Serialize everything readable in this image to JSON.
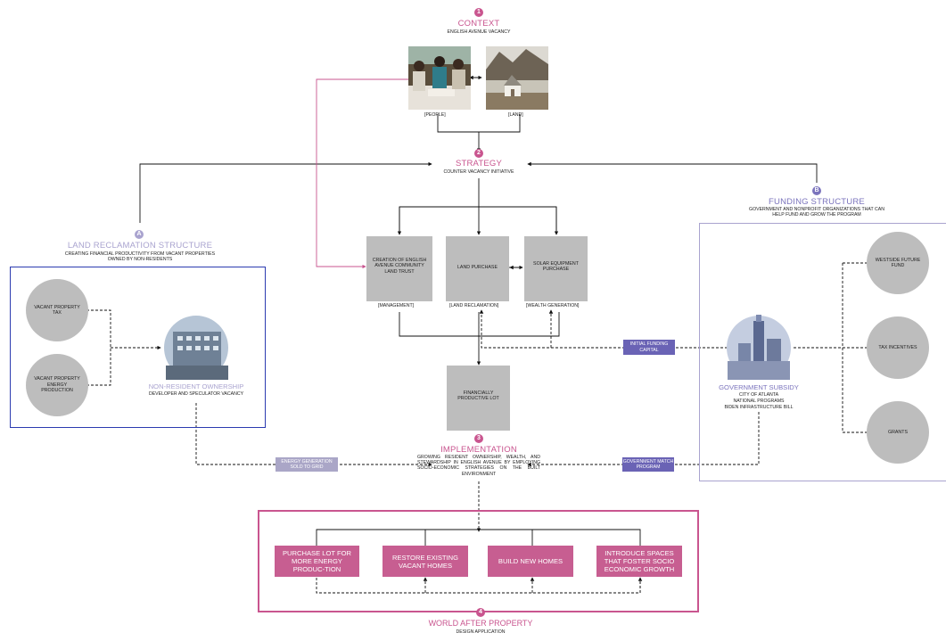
{
  "colors": {
    "pink": "#c9558f",
    "lavender": "#a9a3cf",
    "purple": "#7b74bd",
    "blue": "#2b3bb0",
    "grey": "#bdbdbd",
    "chip_light": "#aaa6c7",
    "chip_dark": "#6a63b5"
  },
  "context": {
    "badge": "1",
    "title": "CONTEXT",
    "subtitle": "ENGLISH AVENUE VACANCY",
    "photo_left_label": "[PEOPLE]",
    "photo_right_label": "[LAND]"
  },
  "strategy": {
    "badge": "2",
    "title": "STRATEGY",
    "subtitle": "COUNTER VACANCY INITIATIVE"
  },
  "land_reclamation": {
    "badge": "A",
    "title": "LAND RECLAMATION STRUCTURE",
    "subtitle": "CREATING FINANCIAL PRODUCTIVITY FROM VACANT PROPERTIES OWNED BY NON-RESIDENTS",
    "circle_tax": "VACANT PROPERTY TAX",
    "circle_energy": "VACANT PROPERTY ENERGY PRODUCTION",
    "owner_title": "NON-RESIDENT OWNERSHIP",
    "owner_subtitle": "DEVELOPER AND SPECULATOR VACANCY"
  },
  "funding": {
    "badge": "B",
    "title": "FUNDING STRUCTURE",
    "subtitle": "GOVERNMENT AND NONPROFIT ORGANIZATIONS THAT CAN HELP FUND AND GROW THE PROGRAM",
    "circle_westside": "WESTSIDE FUTURE FUND",
    "circle_tax": "TAX INCENTIVES",
    "circle_grants": "GRANTS",
    "gov_title": "GOVERNMENT SUBSIDY",
    "gov_line1": "CITY OF ATLANTA",
    "gov_line2": "NATIONAL PROGRAMS",
    "gov_line3": "BIDEN INFRASTRUCTURE BILL"
  },
  "strategy_boxes": {
    "trust": "CREATION OF ENGLISH AVENUE COMMUNITY LAND TRUST",
    "land": "LAND PURCHASE",
    "solar": "SOLAR EQUIPMENT PURCHASE",
    "trust_tag": "[MANAGEMENT]",
    "land_tag": "[LAND RECLAMATION]",
    "solar_tag": "[WEALTH GENERATION]",
    "lot": "FINANCIALLY PRODUCTIVE LOT"
  },
  "chips": {
    "initial_funding": "INITIAL FUNDING CAPITAL",
    "energy_generation": "ENERGY GENERATION SOLD TO GRID",
    "government_match": "GOVERNMENT MATCH PROGRAM"
  },
  "implementation": {
    "badge": "3",
    "title": "IMPLEMENTATION",
    "body": "GROWING RESIDENT OWNERSHIP, WEALTH, AND STEWARDSHIP IN ENGLISH AVENUE BY EMPLOYING SOCIO-ECONOMIC STRATEGIES ON THE BUILT ENVIRONMENT"
  },
  "world_after": {
    "badge": "4",
    "title": "WORLD AFTER PROPERTY",
    "subtitle": "DESIGN APPLICATION",
    "box1": "PURCHASE LOT FOR MORE ENERGY PRODUC-TION",
    "box2": "RESTORE EXISTING VACANT HOMES",
    "box3": "BUILD NEW HOMES",
    "box4": "INTRODUCE SPACES THAT FOSTER SOCIO ECONOMIC GROWTH"
  }
}
